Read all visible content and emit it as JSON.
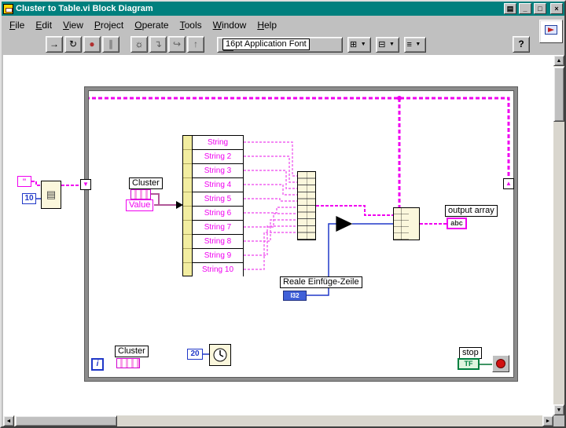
{
  "window": {
    "title": "Cluster to Table.vi Block Diagram",
    "buttons": {
      "print": "▤",
      "minimize": "_",
      "maximize": "□",
      "close": "×"
    }
  },
  "menu": {
    "items": [
      "File",
      "Edit",
      "View",
      "Project",
      "Operate",
      "Tools",
      "Window",
      "Help"
    ]
  },
  "toolbar": {
    "run_icon": "→",
    "run_continuous_icon": "↻",
    "abort_icon": "●",
    "pause_icon": "∥",
    "highlight_icon": "☼",
    "step_into_icon": "↴",
    "step_over_icon": "↪",
    "step_out_icon": "↑",
    "font_selector": "16pt Application Font",
    "align_icon": "⊞",
    "distribute_icon": "⊟",
    "reorder_icon": "≡",
    "dropdown_arrow": "▼",
    "help_label": "?"
  },
  "scrollbar": {
    "up": "▲",
    "down": "▼",
    "left": "◄",
    "right": "►"
  },
  "diagram": {
    "empty_string_constant": "''",
    "array_size_constant": "10",
    "cluster_label": "Cluster",
    "value_label": "Value",
    "unbundle_fields": [
      "String",
      "String 2",
      "String 3",
      "String 4",
      "String 5",
      "String 6",
      "String 7",
      "String 8",
      "String 9",
      "String 10"
    ],
    "row_label": "Reale Einfüge-Zeile",
    "i32_terminal": "I32",
    "output_array_label": "output array",
    "output_terminal": "abc",
    "cluster_constant_label": "Cluster",
    "iteration_terminal": "i",
    "wait_constant": "20",
    "stop_label": "stop",
    "boolean_terminal": "TF",
    "tunnel_in_icon": "▼",
    "tunnel_out_icon": "▲"
  }
}
